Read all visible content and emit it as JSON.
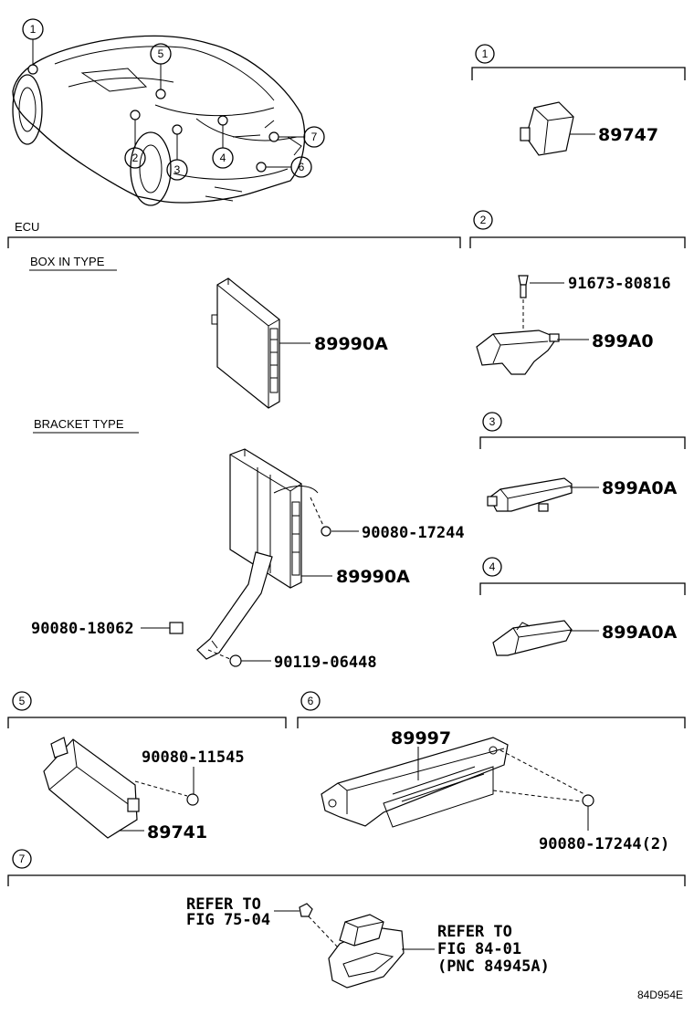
{
  "section_labels": {
    "ecu": "ECU",
    "box_in_type": "BOX IN TYPE",
    "bracket_type": "BRACKET TYPE"
  },
  "callouts": [
    "1",
    "2",
    "3",
    "4",
    "5",
    "6",
    "7"
  ],
  "parts": {
    "p89747": "89747",
    "p89990a_box": "89990A",
    "p89990a_bracket": "89990A",
    "p91673_80816": "91673-80816",
    "p899a0": "899A0",
    "p899a0a_3": "899A0A",
    "p899a0a_4": "899A0A",
    "p90080_17244": "90080-17244",
    "p90080_18062": "90080-18062",
    "p90119_06448": "90119-06448",
    "p90080_11545": "90080-11545",
    "p89741": "89741",
    "p89997": "89997",
    "p90080_17244_2": "90080-17244(2)"
  },
  "refer": {
    "left_line1": "REFER TO",
    "left_line2": "FIG 75-04",
    "right_line1": "REFER TO",
    "right_line2": "FIG 84-01",
    "right_line3": "(PNC 84945A)"
  },
  "diagram_code": "84D954E"
}
